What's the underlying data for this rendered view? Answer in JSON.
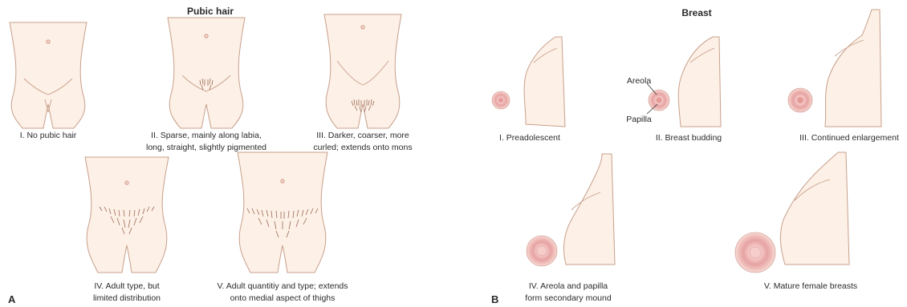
{
  "panel_a": {
    "letter": "A",
    "title": "Pubic hair",
    "stages": [
      {
        "line1": "I. No pubic hair",
        "line2": ""
      },
      {
        "line1": "II. Sparse, mainly along labia,",
        "line2": "long, straight, slightly pigmented"
      },
      {
        "line1": "III. Darker, coarser, more",
        "line2": "curled; extends onto mons"
      },
      {
        "line1": "IV. Adult type, but",
        "line2": "limited distribution"
      },
      {
        "line1": "V. Adult quantitiy and type; extends",
        "line2": "onto medial aspect of thighs"
      }
    ]
  },
  "panel_b": {
    "letter": "B",
    "title": "Breast",
    "areola_label": "Areola",
    "papilla_label": "Papilla",
    "stages": [
      {
        "line1": "I. Preadolescent",
        "line2": ""
      },
      {
        "line1": "II. Breast budding",
        "line2": ""
      },
      {
        "line1": "III. Continued enlargement",
        "line2": ""
      },
      {
        "line1": "IV. Areola and papilla",
        "line2": "form secondary mound"
      },
      {
        "line1": "V. Mature female breasts",
        "line2": ""
      }
    ]
  },
  "colors": {
    "skin": "#fdf0e6",
    "outline": "#c7a08c",
    "areola": "#e6a3a3",
    "hair": "#9a6a55"
  }
}
